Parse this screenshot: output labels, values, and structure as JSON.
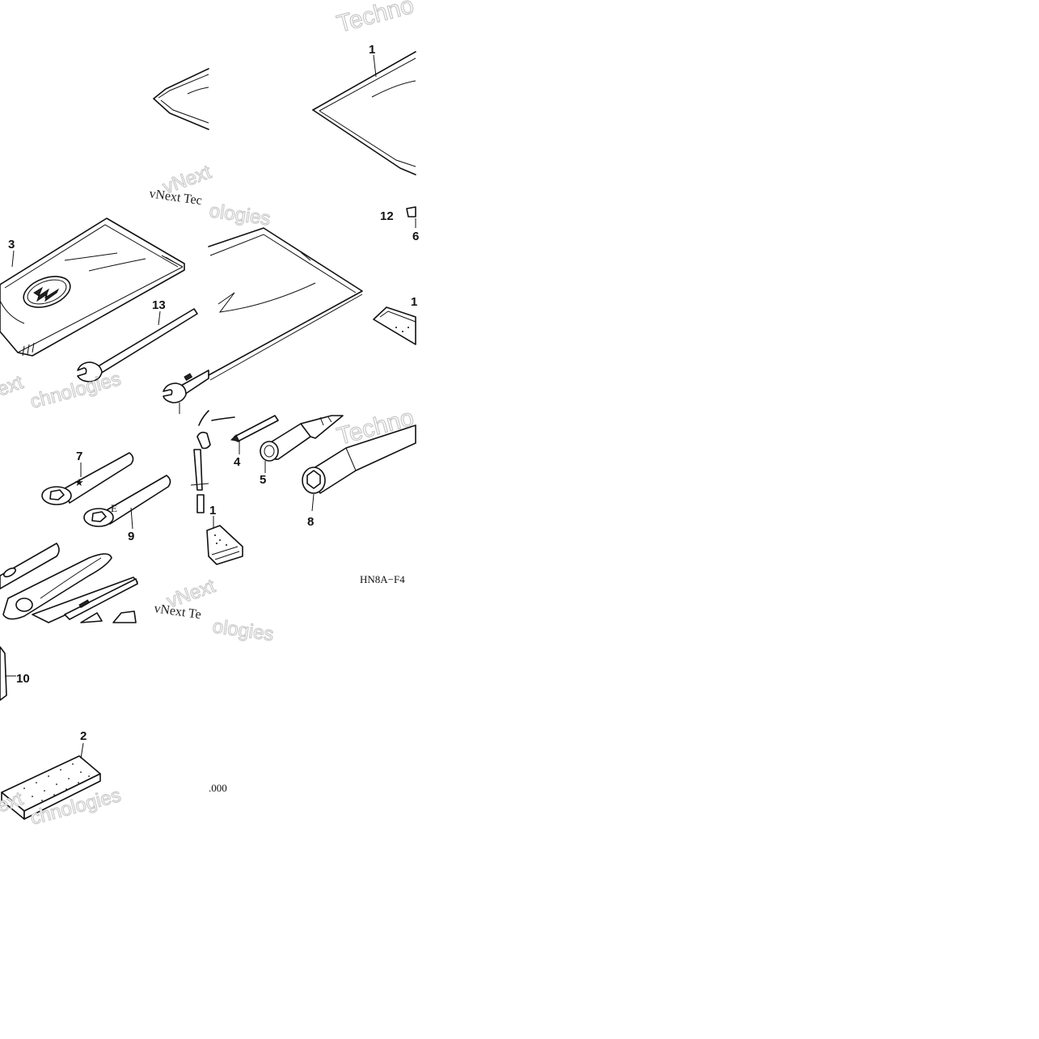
{
  "callouts": {
    "n1_top": "1",
    "n3": "3",
    "n13": "13",
    "n12": "12",
    "n6_partial": "6",
    "n1_right_partial": "1",
    "n4": "4",
    "n5": "5",
    "n7": "7",
    "n9": "9",
    "n8": "8",
    "n1_mid": "1",
    "n10": "10",
    "n2": "2"
  },
  "codes": {
    "part_code": "HN8A−F4",
    "fragment": ".000"
  },
  "watermarks": {
    "brand_line": "vNext Tec",
    "brand_line_2": "vNext Te",
    "technologies": "Technologies",
    "techno": "Techno",
    "vnext": "vNext",
    "ext": "ext",
    "chnologies": "chnologies",
    "ologies": "ologies"
  },
  "colors": {
    "line": "#111111",
    "watermark_outline": "#c8c8c8"
  }
}
